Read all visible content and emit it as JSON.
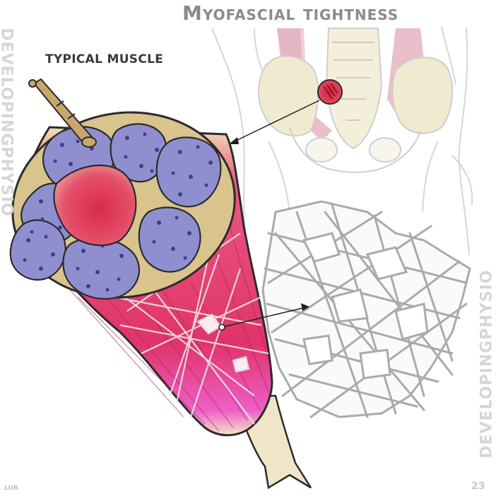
{
  "title": "Myofascial tightness",
  "muscle_label": "TYPICAL MUSCLE",
  "watermark": "DEVELOPINGPHYSIO",
  "page_number": "23",
  "artist_initials": "LUR",
  "colors": {
    "muscle": "#e0336a",
    "fascicle": "#8f8fd0",
    "fascia": "#d8c48c",
    "bone": "#efe6c8",
    "outline": "#2b2b2b",
    "ghost_lines": "#9e9e9e"
  }
}
